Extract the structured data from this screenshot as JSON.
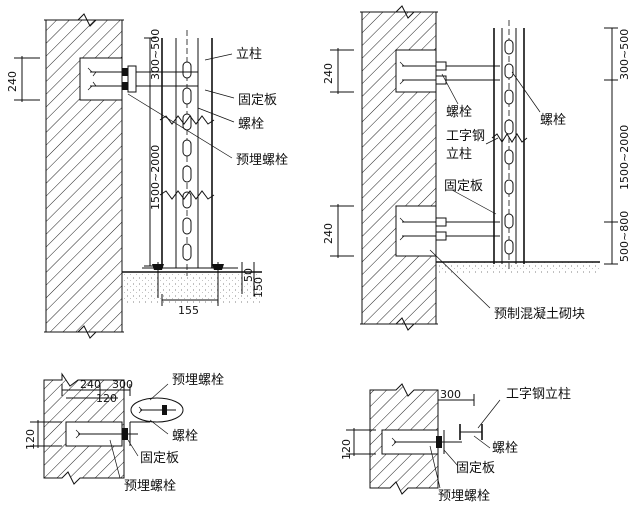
{
  "labels": {
    "column": "立柱",
    "fixing_plate": "固定板",
    "bolt": "螺栓",
    "embedded_bolt": "预埋螺栓",
    "i_beam_column_2line": [
      "工字钢",
      "立柱"
    ],
    "i_beam_column": "工字钢立柱",
    "precast_block": "预制混凝土砌块"
  },
  "dims": {
    "d240": "240",
    "d300_500": "300~500",
    "d1500_2000": "1500~2000",
    "d500_800": "500~800",
    "d155": "155",
    "d150": "150",
    "d50": "50",
    "d120": "120",
    "d300": "300"
  }
}
